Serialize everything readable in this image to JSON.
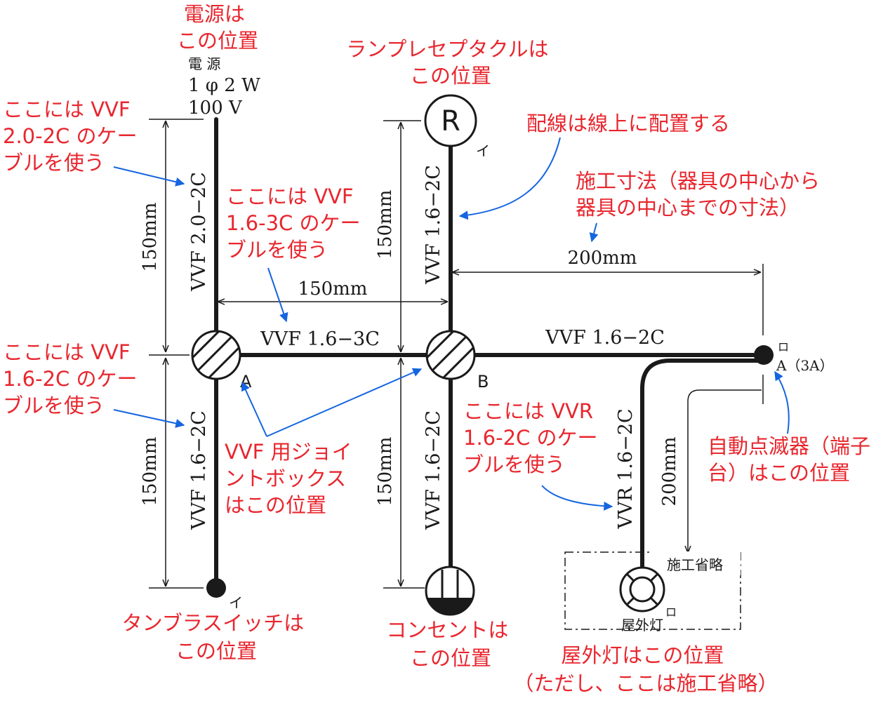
{
  "labels": {
    "power_name": "電 源",
    "power_spec": "1 φ 2 W",
    "power_voltage": "100 V",
    "dim_150_left_top": "150mm",
    "dim_150_left_bottom": "150mm",
    "dim_150_mid_top": "150mm",
    "dim_150_mid_bottom": "150mm",
    "dim_150_horizontal": "150mm",
    "dim_200_horizontal": "200mm",
    "dim_200_vertical": "200mm",
    "cable_left_top": "VVF 2.0−2C",
    "cable_left_bottom": "VVF 1.6−2C",
    "cable_ab": "VVF 1.6−3C",
    "cable_mid_top": "VVF 1.6−2C",
    "cable_mid_bottom": "VVF 1.6−2C",
    "cable_b_right": "VVF 1.6−2C",
    "cable_vvr": "VVR 1.6−2C",
    "jb_a": "A",
    "jb_b": "B",
    "lamp_r": "R",
    "lamp_i": "イ",
    "switch_i": "イ",
    "auto_ro": "ロ",
    "auto_a3a": "A（3A）",
    "outdoor_ro": "ロ",
    "outdoor_name": "屋外灯",
    "omitted": "施工省略"
  },
  "notes": {
    "power_1": "電源は",
    "power_2": "この位置",
    "lamp_1": "ランプレセプタクルは",
    "lamp_2": "この位置",
    "wiring": "配線は線上に配置する",
    "vvf20_1": "ここには VVF",
    "vvf20_2": "2.0-2C のケー",
    "vvf20_3": "ブルを使う",
    "dimension_1": "施工寸法（器具の中心から",
    "dimension_2": "器具の中心までの寸法）",
    "vvf3c_1": "ここには VVF",
    "vvf3c_2": "1.6-3C のケー",
    "vvf3c_3": "ブルを使う",
    "vvf16_1": "ここには VVF",
    "vvf16_2": "1.6-2C のケー",
    "vvf16_3": "ブルを使う",
    "vvr_1": "ここには VVR",
    "vvr_2": "1.6-2C のケー",
    "vvr_3": "ブルを使う",
    "autoswitch_1": "自動点滅器（端子",
    "autoswitch_2": "台）はこの位置",
    "jbox_1": "VVF 用ジョイ",
    "jbox_2": "ントボックス",
    "jbox_3": "はこの位置",
    "tumbler_1": "タンブラスイッチは",
    "tumbler_2": "この位置",
    "outlet_1": "コンセントは",
    "outlet_2": "この位置",
    "outdoor_1": "屋外灯はこの位置",
    "outdoor_2": "（ただし、ここは施工省略）"
  }
}
